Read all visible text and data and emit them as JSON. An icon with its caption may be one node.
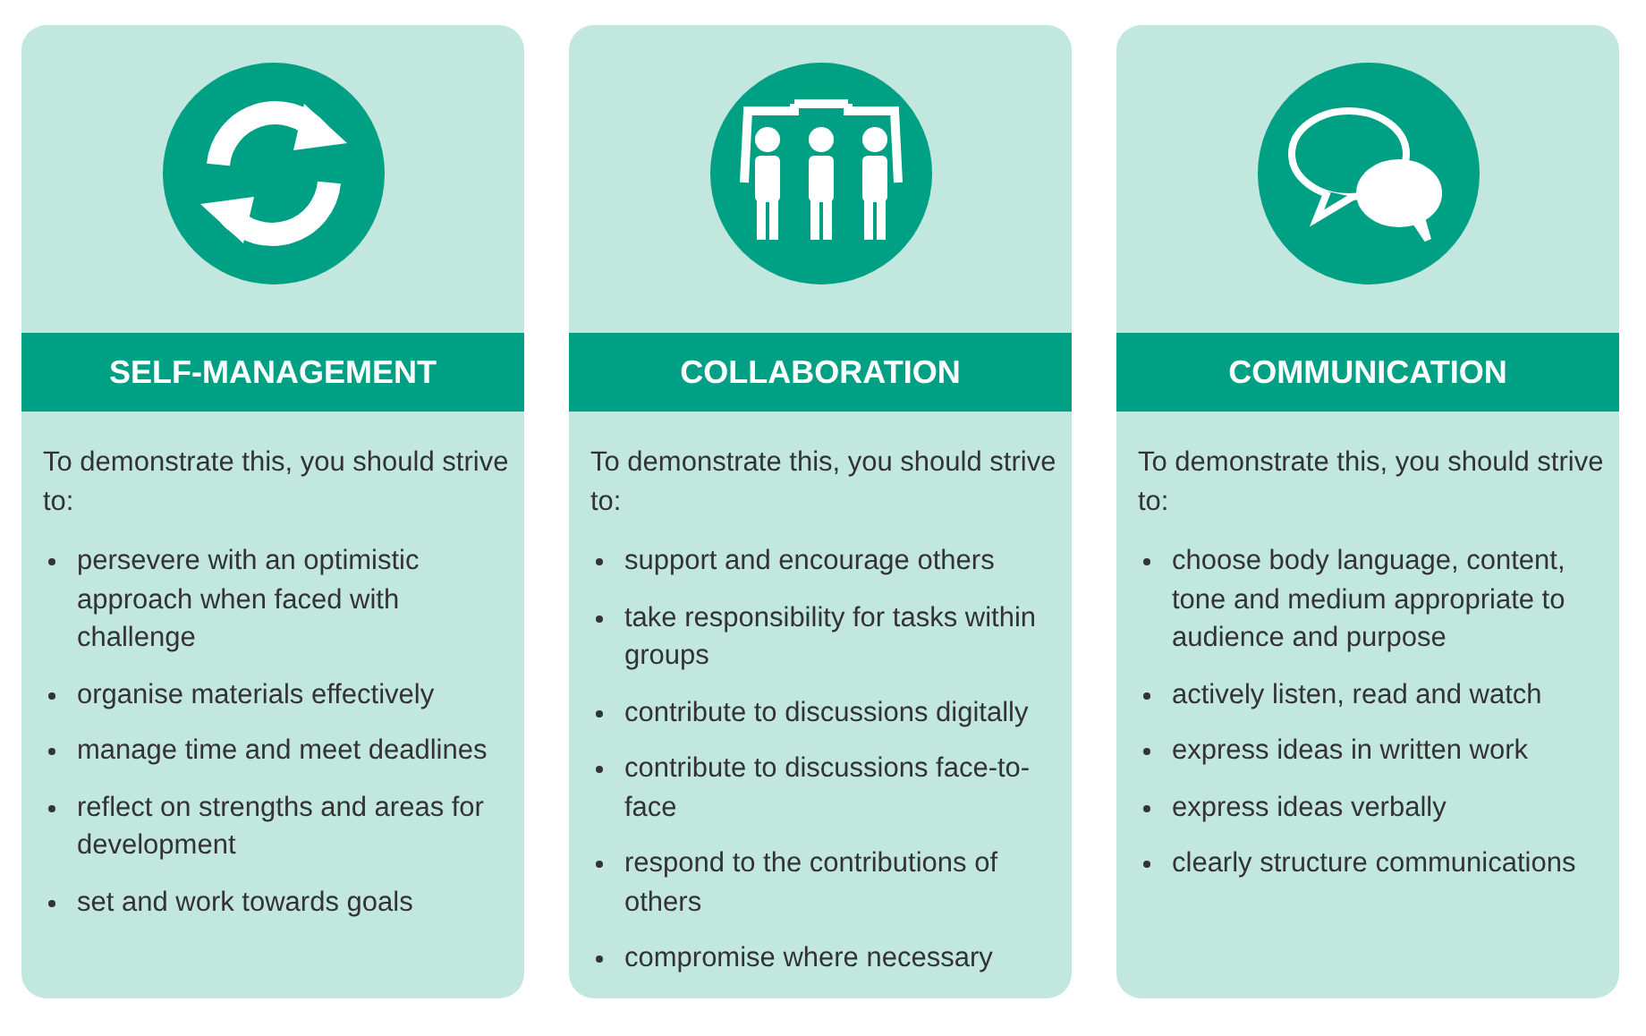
{
  "diagram": {
    "nodes": [
      {
        "text": [
          "SELF-MANAGEMENT",
          "To demonstrate this, you should strive to:",
          "persevere with an optimistic approach when faced with challenge",
          "organise materials effectively",
          "manage time and meet deadlines",
          "reflect on strengths and areas for development",
          "set and work towards goals"
        ]
      },
      {
        "text": [
          "COLLABORATION",
          "To demonstrate this, you should strive to:",
          "support and encourage others",
          "take responsibility for tasks within groups",
          "contribute to discussions digitally",
          "contribute to discussions face-to-face",
          "respond to the contributions of others",
          "compromise where necessary"
        ]
      },
      {
        "text": [
          "COMMUNICATION",
          "To demonstrate this, you should strive to:",
          "choose body language, content, tone and medium appropriate to audience and purpose",
          "actively listen, read and watch",
          "express ideas in written work",
          "express ideas verbally",
          "clearly structure communications"
        ]
      }
    ]
  }
}
